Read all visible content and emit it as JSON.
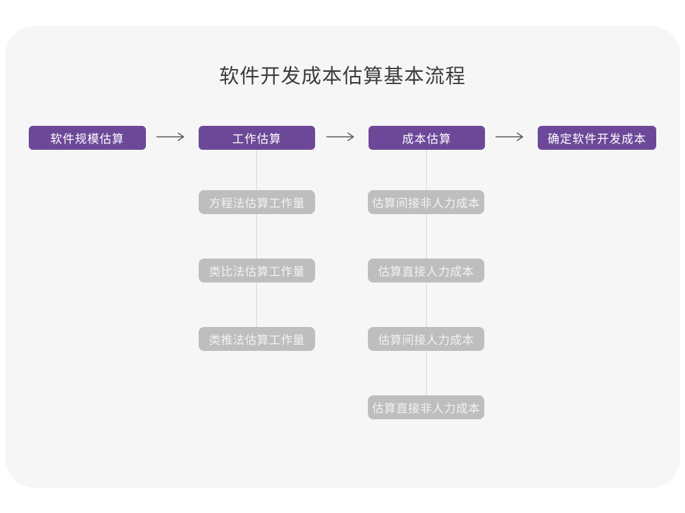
{
  "title": "软件开发成本估算基本流程",
  "colors": {
    "page_background": "#ffffff",
    "card_background": "#f6f6f7",
    "primary_box": "#6d4899",
    "primary_box_text": "#ffffff",
    "sub_box": "#bebebe",
    "sub_box_text": "#f2f2f2",
    "connector_line": "#d6d6d6",
    "arrow": "#58595b",
    "title_text": "#3c3c3c"
  },
  "flow": {
    "steps": [
      {
        "label": "软件规模估算",
        "children": []
      },
      {
        "label": "工作估算",
        "children": [
          "方程法估算工作量",
          "类比法估算工作量",
          "类推法估算工作量"
        ]
      },
      {
        "label": "成本估算",
        "children": [
          "估算间接非人力成本",
          "估算直接人力成本",
          "估算间接人力成本",
          "估算直接非人力成本"
        ]
      },
      {
        "label": "确定软件开发成本",
        "children": []
      }
    ]
  }
}
